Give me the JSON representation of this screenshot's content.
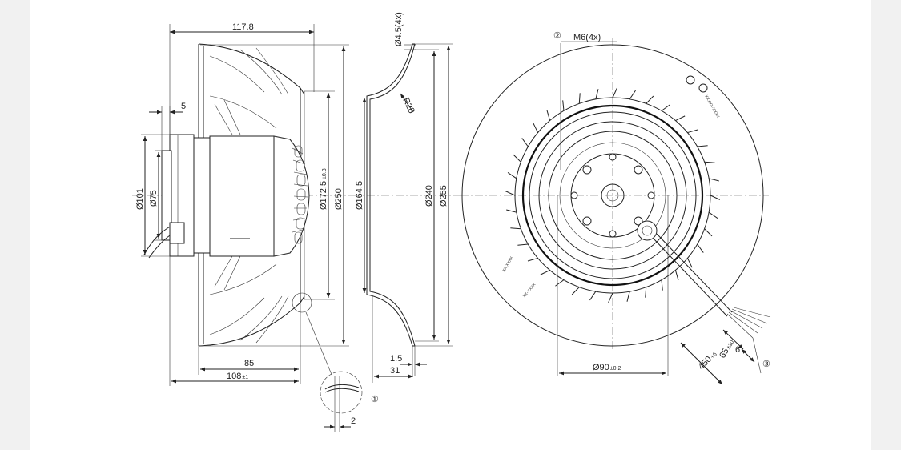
{
  "side_view": {
    "dim_overall_depth": "117.8",
    "dim_offset": "5",
    "dim_hub_outer": "Ø101",
    "dim_hub_inner": "Ø75",
    "dim_inlet_diameter": "Ø172.5",
    "dim_inlet_tolerance": "±0.3",
    "dim_wheel_diameter": "Ø250",
    "dim_impeller_depth": "85",
    "dim_total_depth": "108",
    "dim_total_tolerance": "±1"
  },
  "inlet_ring_view": {
    "dim_mount_holes": "Ø4.5(4x)",
    "dim_radius": "R28",
    "dim_inner_diameter": "Ø164.5",
    "dim_ring_diameter": "Ø240",
    "dim_outer_diameter": "Ø255",
    "dim_sheet_thickness": "1.5",
    "dim_ring_depth": "31"
  },
  "detail": {
    "callout_number": "①",
    "dim_gap": "2"
  },
  "front_view": {
    "callout_2": "②",
    "dim_threads": "M6(4x)",
    "dim_bolt_circle": "Ø90",
    "dim_bolt_circle_tolerance": "±0.2",
    "callout_3": "③",
    "dim_lead_length": "450",
    "dim_lead_tolerance": "+6",
    "dim_strip_length": "65",
    "dim_strip_tolerance": "±10",
    "dim_end_length": "6",
    "label_codes": [
      "XXXXX-XXXX",
      "XX.XXXX",
      "XX-XXXX"
    ]
  }
}
